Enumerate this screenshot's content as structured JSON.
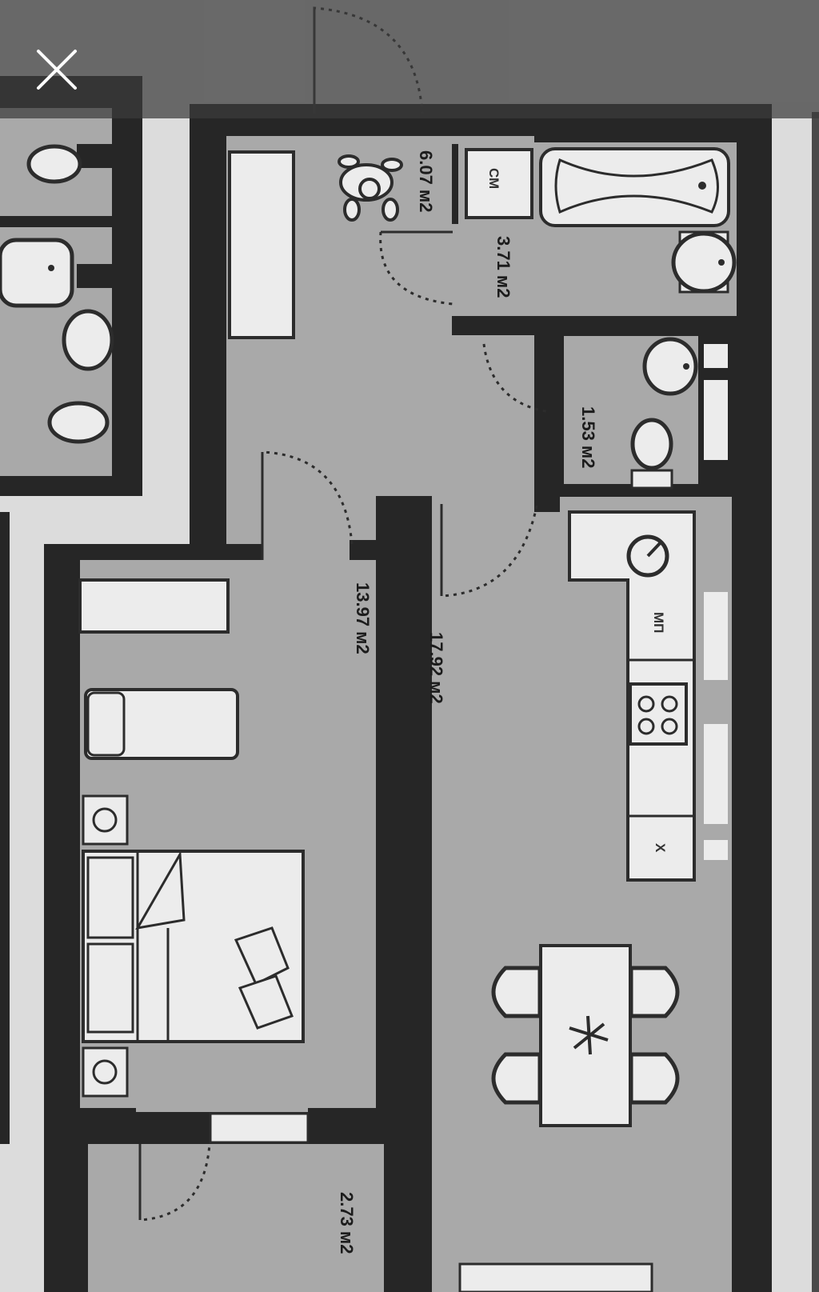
{
  "viewer": {
    "overlay_color": "#3c3c3c",
    "close_icon": "close-icon"
  },
  "plan": {
    "colors": {
      "wall": "#262626",
      "floor": "#a9a9a9",
      "outside": "#dcdcdc",
      "fixture": "#ececec",
      "line": "#2c2c2c"
    },
    "rooms": {
      "hall": "6.07 м2",
      "bathroom": "3.71 м2",
      "toilet": "1.53 м2",
      "bedroom": "13.97 м2",
      "kitchen_living": "17.92 м2",
      "balcony": "2.73 м2"
    },
    "appliances": {
      "washing_machine": "СМ",
      "dishwasher": "МП",
      "fridge": "Х"
    }
  }
}
